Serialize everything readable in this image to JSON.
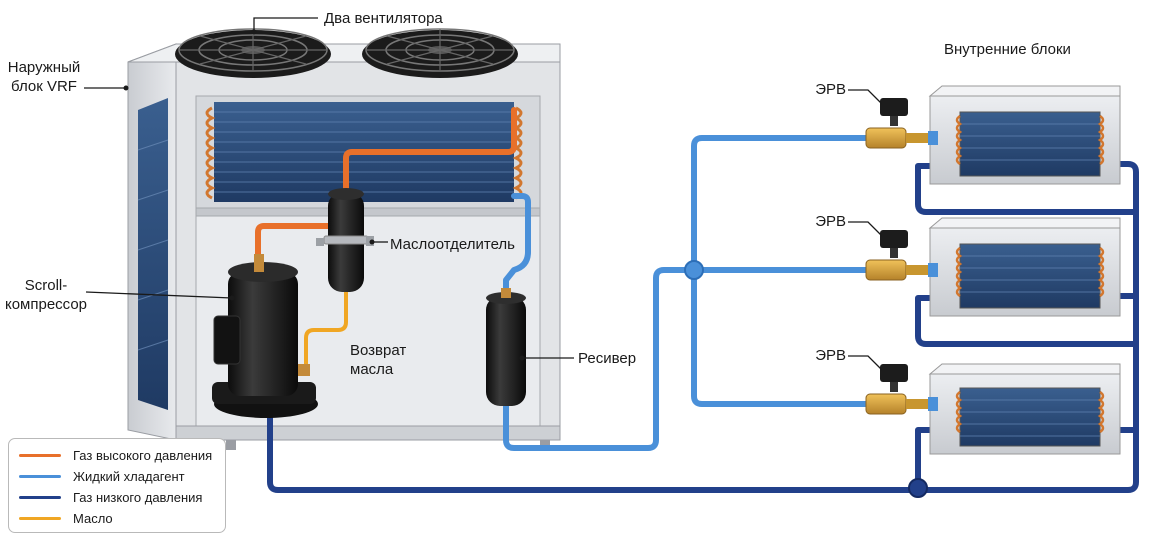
{
  "labels": {
    "fans": "Два вентилятора",
    "outdoor_line1": "Наружный",
    "outdoor_line2": "блок VRF",
    "compressor_line1": "Scroll-",
    "compressor_line2": "компрессор",
    "oil_separator": "Маслоотделитель",
    "oil_return_line1": "Возврат",
    "oil_return_line2": "масла",
    "receiver": "Ресивер",
    "indoor_units": "Внутренние блоки",
    "erv": [
      "ЭРВ",
      "ЭРВ",
      "ЭРВ"
    ]
  },
  "legend": [
    {
      "label": "Газ высокого давления",
      "color": "#e8702a"
    },
    {
      "label": "Жидкий хладагент",
      "color": "#4a90d9"
    },
    {
      "label": "Газ низкого давления",
      "color": "#22408a"
    },
    {
      "label": "Масло",
      "color": "#f0a623"
    }
  ],
  "colors": {
    "high_pressure_gas": "#e8702a",
    "liquid": "#4a90d9",
    "low_pressure_gas": "#22408a",
    "oil": "#f0a623",
    "casing": "#dcdee2",
    "coil": "#2f4f7a"
  }
}
